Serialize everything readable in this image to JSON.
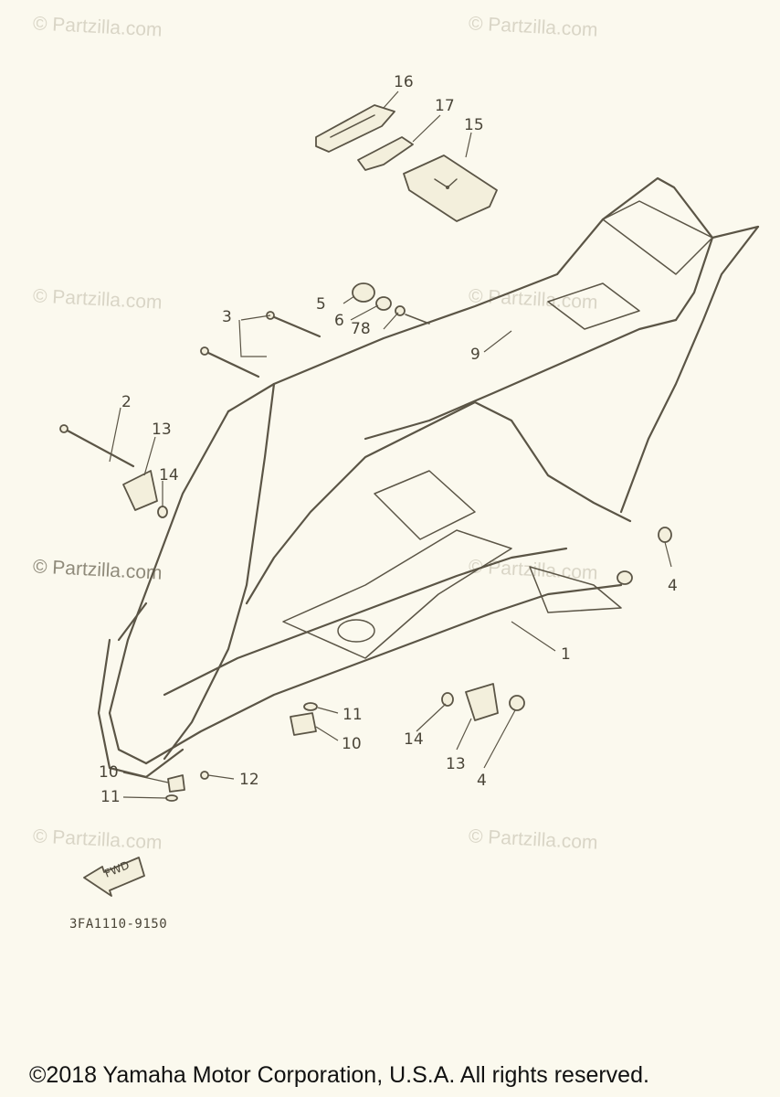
{
  "watermark": "© Partzilla.com",
  "callouts": {
    "n1": "1",
    "n2": "2",
    "n3": "3",
    "n4a": "4",
    "n4b": "4",
    "n5": "5",
    "n6": "6",
    "n78": "78",
    "n9": "9",
    "n10a": "10",
    "n10b": "10",
    "n11a": "11",
    "n11b": "11",
    "n12": "12",
    "n13a": "13",
    "n13b": "13",
    "n14a": "14",
    "n14b": "14",
    "n15": "15",
    "n16": "16",
    "n17": "17"
  },
  "fwd_label": "FWD",
  "drawing_code": "3FA1110-9150",
  "copyright": "©2018 Yamaha Motor Corporation, U.S.A. All rights reserved."
}
